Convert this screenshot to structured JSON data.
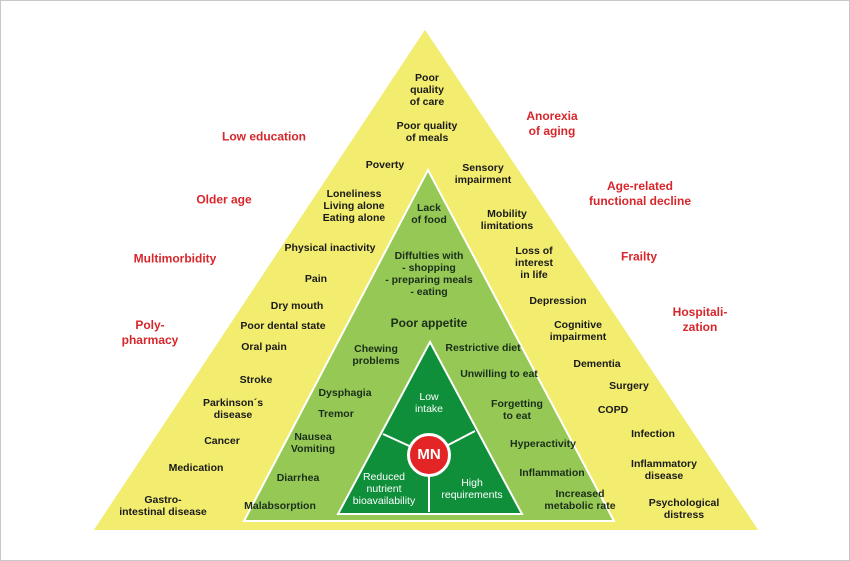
{
  "colors": {
    "outer_fill": "#f2ec6f",
    "middle_fill": "#96c855",
    "inner_fill": "#0f8f3a",
    "risk_text": "#d7262b",
    "mn_fill": "#e32526"
  },
  "risk_factors": {
    "low_education": "Low education",
    "older_age": "Older age",
    "multimorbidity": "Multimorbidity",
    "polypharmacy": "Poly-\npharmacy",
    "anorexia": "Anorexia\nof aging",
    "functional_decline": "Age-related\nfunctional decline",
    "frailty": "Frailty",
    "hospitalization": "Hospitali-\nzation"
  },
  "outer": {
    "poor_quality_care": "Poor\nquality\nof care",
    "poor_quality_meals": "Poor quality\nof meals",
    "poverty": "Poverty",
    "loneliness": "Loneliness\nLiving alone\nEating alone",
    "physical_inactivity": "Physical inactivity",
    "pain": "Pain",
    "dry_mouth": "Dry mouth",
    "poor_dental": "Poor dental state",
    "oral_pain": "Oral pain",
    "stroke": "Stroke",
    "parkinsons": "Parkinson´s\ndisease",
    "cancer": "Cancer",
    "medication": "Medication",
    "gastro": "Gastro-\nintestinal disease",
    "sensory": "Sensory\nimpairment",
    "mobility": "Mobility\nlimitations",
    "loss_interest": "Loss of\ninterest\nin life",
    "depression": "Depression",
    "cognitive": "Cognitive\nimpairment",
    "dementia": "Dementia",
    "surgery": "Surgery",
    "copd": "COPD",
    "infection": "Infection",
    "inflammatory": "Inflammatory\ndisease",
    "psychological": "Psychological\ndistress"
  },
  "middle": {
    "lack_food": "Lack\nof food",
    "difficulties": "Diffulties with\n- shopping\n- preparing meals\n- eating",
    "poor_appetite": "Poor appetite",
    "chewing": "Chewing\nproblems",
    "restrictive": "Restrictive diet",
    "unwilling": "Unwilling to eat",
    "dysphagia": "Dysphagia",
    "tremor": "Tremor",
    "forgetting": "Forgetting\nto eat",
    "nausea": "Nausea\nVomiting",
    "hyperactivity": "Hyperactivity",
    "diarrhea": "Diarrhea",
    "inflammation": "Inflammation",
    "malabsorption": "Malabsorption",
    "increased_metabolic": "Increased\nmetabolic rate"
  },
  "inner": {
    "low_intake": "Low\nintake",
    "reduced_bioavailability": "Reduced\nnutrient\nbioavailability",
    "high_requirements": "High\nrequirements",
    "mn": "MN"
  }
}
